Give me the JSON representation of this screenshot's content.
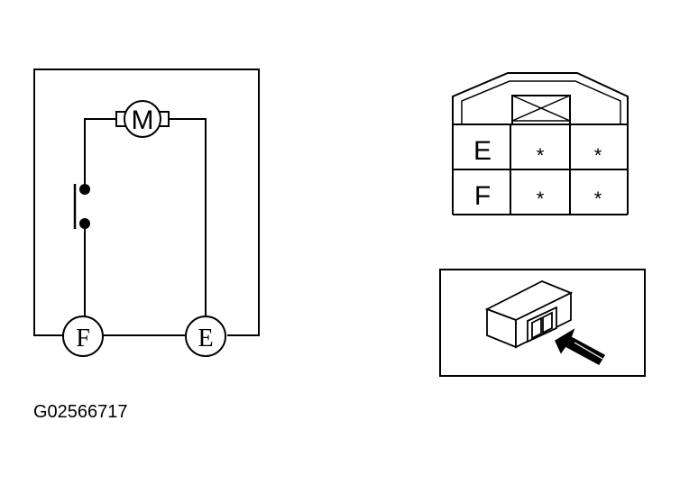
{
  "circuit": {
    "motor_label": "M",
    "terminal_f_label": "F",
    "terminal_e_label": "E"
  },
  "connector": {
    "rows": [
      {
        "label": "E",
        "cells": [
          "*",
          "*"
        ]
      },
      {
        "label": "F",
        "cells": [
          "*",
          "*"
        ]
      }
    ]
  },
  "figure_code": "G02566717"
}
